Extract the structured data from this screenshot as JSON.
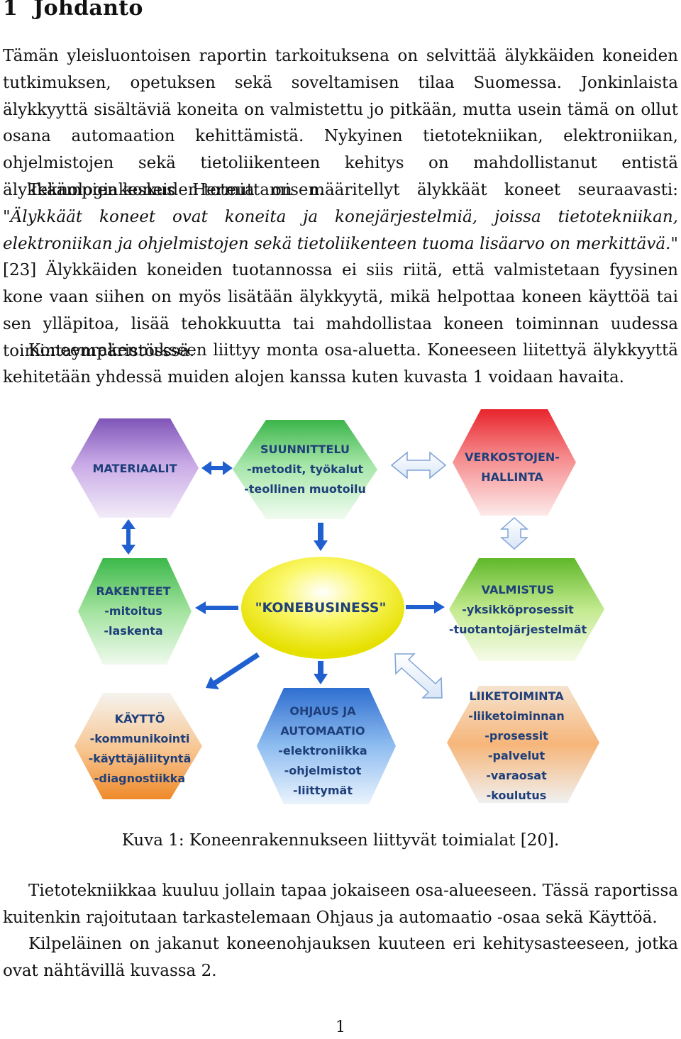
{
  "section": {
    "number": "1",
    "title": "Johdanto"
  },
  "paragraph1": {
    "text": "Tämän yleisluontoisen raportin tarkoituksena on selvittää älykkäiden koneiden tutkimuksen, opetuksen sekä soveltamisen tilaa Suomessa. Jonkinlaista älykkyyttä sisältäviä koneita on valmistettu jo pitkään, mutta usein tämä on ollut osana automaation kehittämistä. Nykyinen tietotekniikan, elektroniikan, ohjelmistojen sekä tietoliikenteen kehitys on mahdollistanut entistä älykkäämpien koneiden toteuttamisen."
  },
  "paragraph2": {
    "lead": "Teknologiakeskus Hermia on määritellyt älykkäät koneet seuraavasti: ",
    "quote": "\"Älykkäät koneet ovat koneita ja konejärjestelmiä, joissa tietotekniikan, elektroniikan ja ohjelmistojen sekä tietoliikenteen tuoma lisäarvo on merkittävä.\"",
    "rest": " [23] Älykkäiden koneiden tuotannossa ei siis riitä, että valmistetaan fyysinen kone vaan siihen on myös lisätään älykkyytä, mikä helpottaa koneen käyttöä tai sen ylläpitoa, lisää tehokkuutta tai mahdollistaa koneen toiminnan uudessa toimintaympäristösssä."
  },
  "paragraph3": {
    "text": "Koneenrakennukseen liittyy monta osa-aluetta. Koneeseen liitettyä älykkyyttä kehitetään yhdessä muiden alojen kanssa kuten kuvasta 1 voidaan havaita."
  },
  "figure": {
    "center": "\"KONEBUSINESS\"",
    "nodes": {
      "materiaalit": [
        "MATERIAALIT"
      ],
      "suunnittelu": [
        "SUUNNITTELU",
        "-metodit, työkalut",
        "-teollinen muotoilu"
      ],
      "verkostojen": [
        "VERKOSTOJEN-",
        "HALLINTA"
      ],
      "rakenteet": [
        "RAKENTEET",
        "-mitoitus",
        "-laskenta"
      ],
      "valmistus": [
        "VALMISTUS",
        "-yksikköprosessit",
        "-tuotantojärjestelmät"
      ],
      "kaytto": [
        "KÄYTTÖ",
        "-kommunikointi",
        "-käyttäjäliityntä",
        "-diagnostiikka"
      ],
      "ohjaus": [
        "OHJAUS JA",
        "AUTOMAATIO",
        "-elektroniikka",
        "-ohjelmistot",
        "-liittymät"
      ],
      "liiketoiminta": [
        "LIIKETOIMINTA",
        "-liiketoiminnan",
        "-prosessit",
        "-palvelut",
        "-varaosat",
        "-koulutus"
      ]
    },
    "colors": {
      "materiaalit": "#b48fd6",
      "suunnittelu": "#6fd17a",
      "verkostojen": "#ee5a5e",
      "rakenteet": "#6fd06a",
      "valmistus": "#8fd24f",
      "kaytto": "#f39a3a",
      "ohjaus": "#4a8fdb",
      "liiketoiminta": "#f0843a",
      "center": "#f2ee1a",
      "arrow": "#1f5fd0",
      "text": "#1f3f7a"
    },
    "caption": "Kuva 1: Koneenrakennukseen liittyvät toimialat  [20]."
  },
  "paragraph4": {
    "text": "Tietotekniikkaa kuuluu jollain tapaa jokaiseen osa-alueeseen. Tässä raportissa kuitenkin rajoitutaan tarkastelemaan Ohjaus ja automaatio -osaa sekä Käyttöä."
  },
  "paragraph5": {
    "text": "Kilpeläinen on jakanut koneenohjauksen kuuteen eri kehitysasteeseen, jotka ovat nähtävillä kuvassa 2."
  },
  "page_number": "1"
}
